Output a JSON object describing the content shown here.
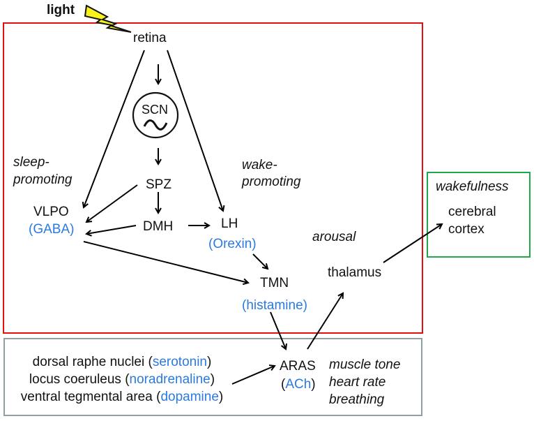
{
  "colors": {
    "box_brain": "#e01010",
    "box_cortex": "#1fa84a",
    "box_brainstem": "#8fa0a4",
    "neurotransmitter": "#2a7ae0",
    "lightning": "#f7f21a"
  },
  "light": {
    "label": "light",
    "icon": "lightning-bolt-icon"
  },
  "nodes": {
    "retina": "retina",
    "scn": "SCN",
    "scn_icon": "sine-wave-icon",
    "spz": "SPZ",
    "dmh": "DMH",
    "vlpo": "VLPO",
    "vlpo_nt": "(GABA)",
    "lh": "LH",
    "lh_nt": "(Orexin)",
    "tmn": "TMN",
    "tmn_nt": "(histamine)",
    "thalamus": "thalamus",
    "cortex_line1": "cerebral",
    "cortex_line2": "cortex",
    "aras": "ARAS",
    "aras_nt": "ACh"
  },
  "annotations": {
    "sleep_promoting_1": "sleep-",
    "sleep_promoting_2": "promoting",
    "wake_promoting_1": "wake-",
    "wake_promoting_2": "promoting",
    "arousal": "arousal",
    "wakefulness": "wakefulness",
    "functions": [
      "muscle tone",
      "heart rate",
      "breathing"
    ]
  },
  "brainstem_nuclei": [
    {
      "name": "dorsal raphe nuclei",
      "nt": "serotonin"
    },
    {
      "name": "locus coeruleus",
      "nt": "noradrenaline"
    },
    {
      "name": "ventral tegmental area",
      "nt": "dopamine"
    }
  ],
  "edges": [
    {
      "from": "retina",
      "to": "SCN"
    },
    {
      "from": "retina",
      "to": "VLPO"
    },
    {
      "from": "retina",
      "to": "LH"
    },
    {
      "from": "SCN",
      "to": "SPZ"
    },
    {
      "from": "SPZ",
      "to": "DMH"
    },
    {
      "from": "SPZ",
      "to": "VLPO"
    },
    {
      "from": "DMH",
      "to": "VLPO"
    },
    {
      "from": "DMH",
      "to": "LH"
    },
    {
      "from": "VLPO",
      "to": "TMN"
    },
    {
      "from": "LH",
      "to": "TMN"
    },
    {
      "from": "TMN",
      "to": "ARAS"
    },
    {
      "from": "ARAS",
      "to": "thalamus"
    },
    {
      "from": "thalamus",
      "to": "cerebral cortex"
    },
    {
      "from": "brainstem nuclei",
      "to": "ARAS"
    }
  ]
}
